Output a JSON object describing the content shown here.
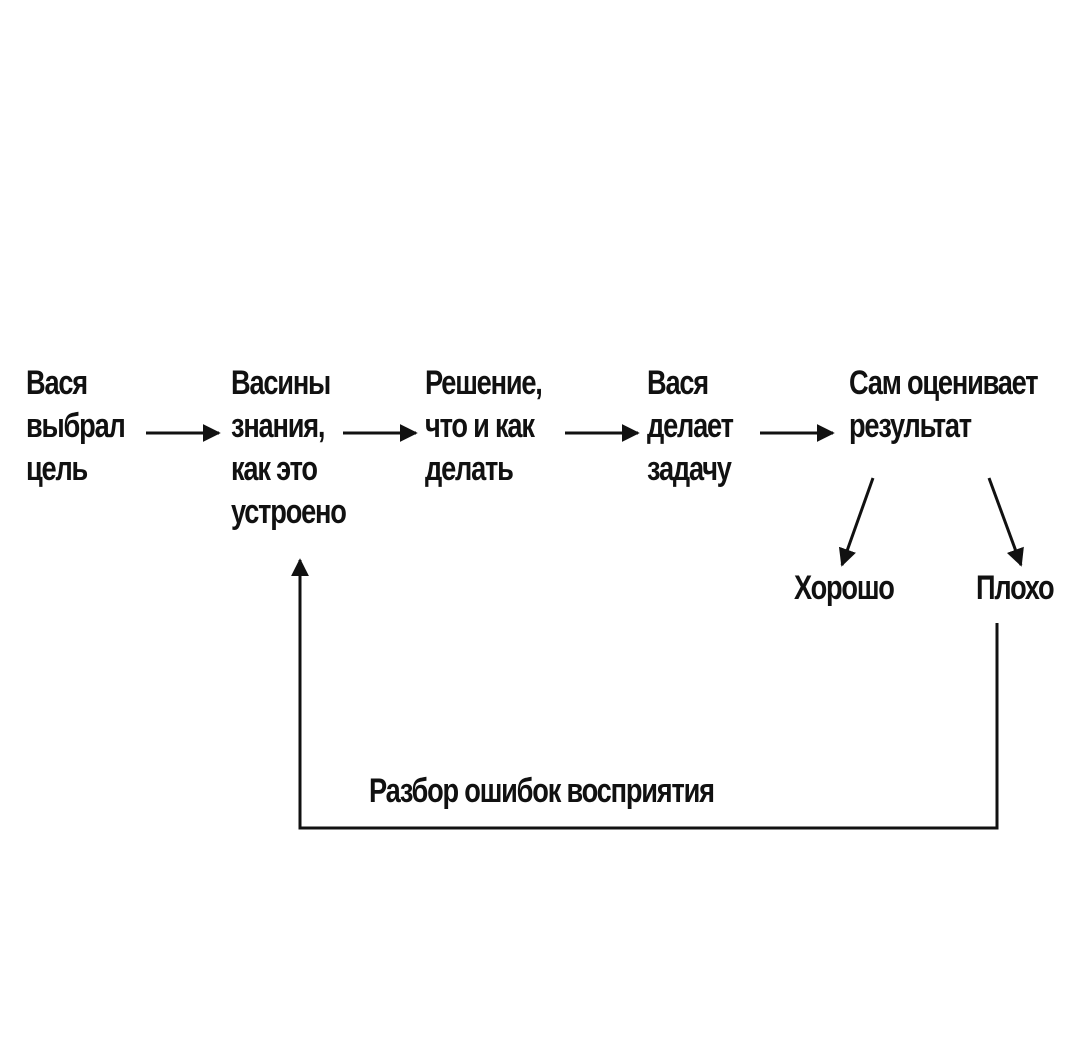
{
  "colors": {
    "ink": "#111111",
    "background": "#ffffff"
  },
  "nodes": {
    "goal": {
      "lines": [
        "Вася",
        "выбрал",
        "цель"
      ]
    },
    "knowledge": {
      "lines": [
        "Васины",
        "знания,",
        "как это",
        "устроено"
      ]
    },
    "decision": {
      "lines": [
        "Решение,",
        "что и как",
        "делать"
      ]
    },
    "action": {
      "lines": [
        "Вася",
        "делает",
        "задачу"
      ]
    },
    "evaluation": {
      "lines": [
        "Сам оценивает",
        "результат"
      ]
    },
    "good": {
      "lines": [
        "Хорошо"
      ]
    },
    "bad": {
      "lines": [
        "Плохо"
      ]
    }
  },
  "feedback": {
    "label": "Разбор ошибок восприятия"
  }
}
